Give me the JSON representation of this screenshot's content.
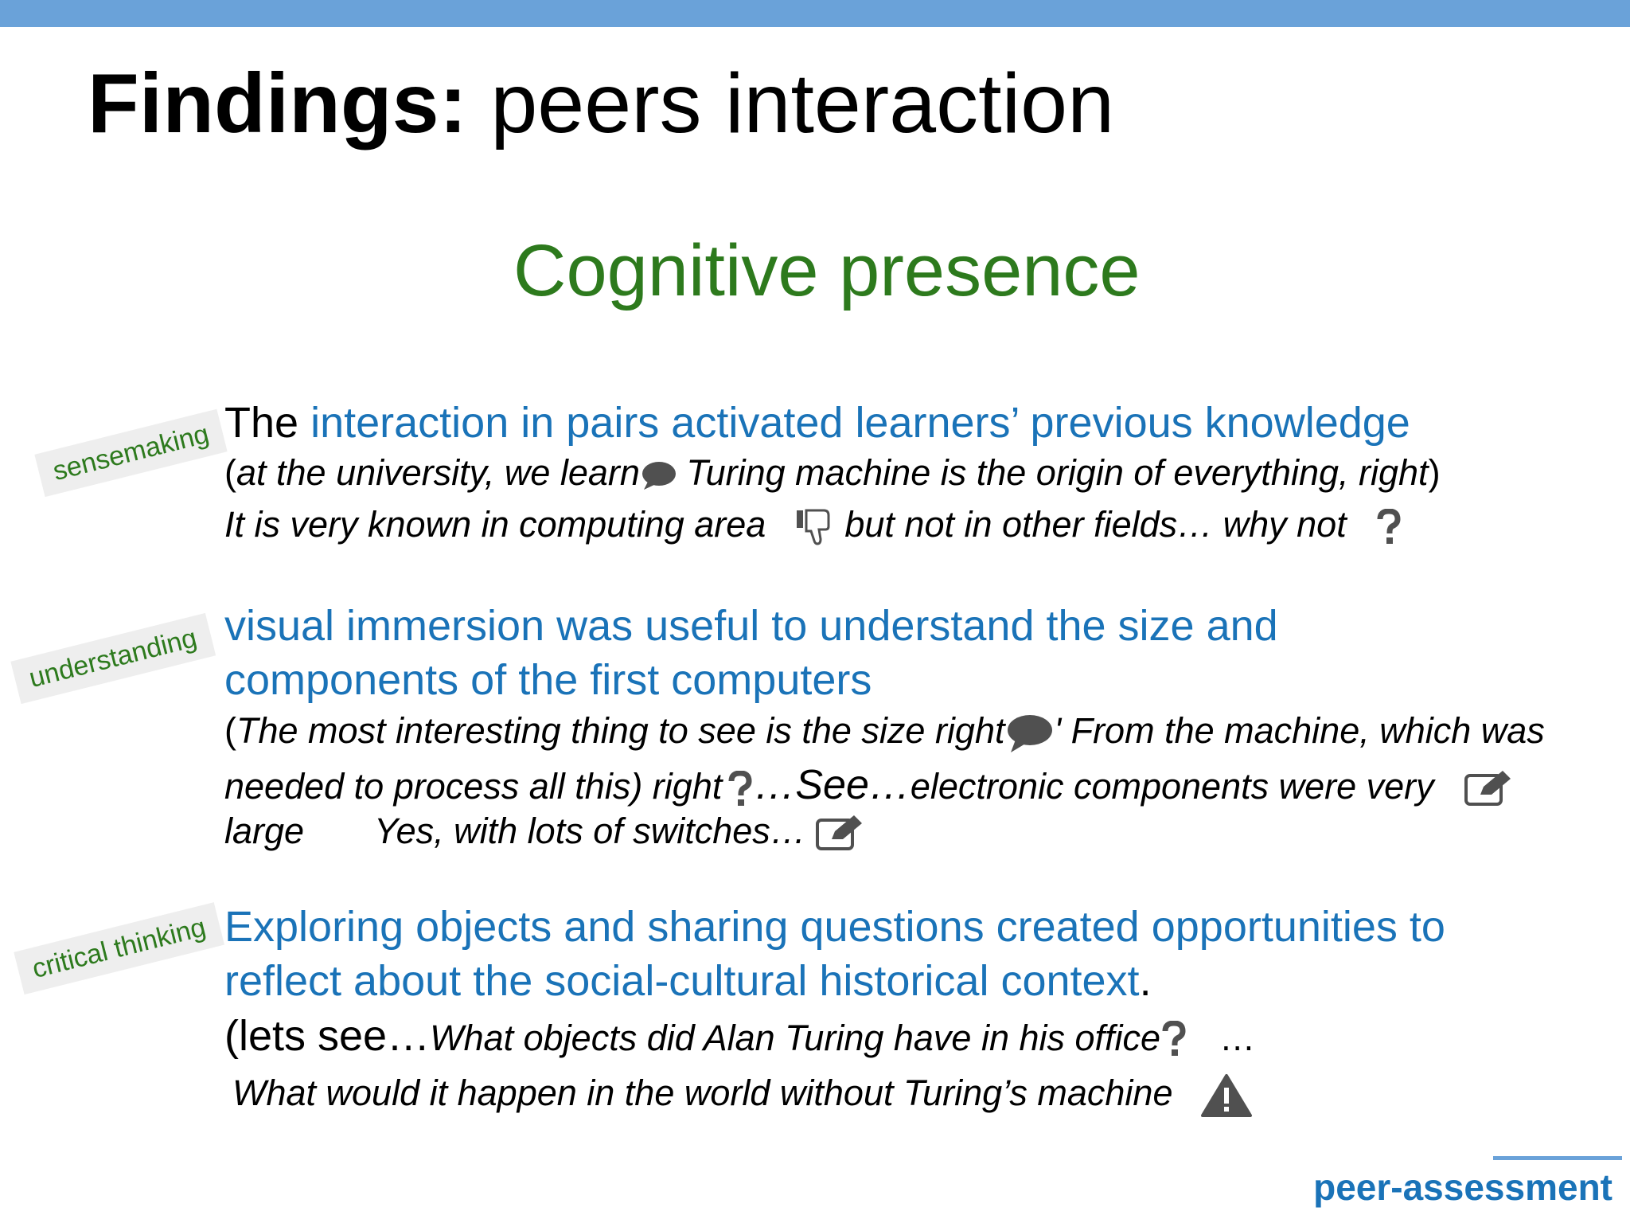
{
  "colors": {
    "bar": "#6aa2d9",
    "green": "#2d7a1d",
    "blue": "#1a73b8",
    "text": "#000000",
    "icon": "#505050"
  },
  "title": {
    "bold": "Findings:",
    "rest": "peers interaction"
  },
  "subtitle": "Cognitive presence",
  "tags": {
    "sensemaking": "sensemaking",
    "understanding": "understanding",
    "critical": "critical thinking"
  },
  "s1": {
    "lead": "The",
    "blue": "interaction in pairs activated learners’ previous knowledge",
    "q_open": "(",
    "q_text_a": "at the university, we learn",
    "q_text_b": " Turing machine is the origin of everything, right",
    "q_close": ")",
    "q2_a": "It is very known in computing area",
    "q2_b": "but not in other fields… why not"
  },
  "s2": {
    "blue_1": "visual immersion was useful to understand the size and",
    "blue_2": "components of the first computers",
    "q_open": "(",
    "q1_a": "The most interesting thing to see is the size right",
    "q1_b": "' From the machine, which was",
    "q2_a": "needed to process all this) right",
    "q2_dots1": "…See…",
    "q2_b": "electronic components were very",
    "q3_a": "large",
    "q3_b": "Yes, with lots of switches…"
  },
  "s3": {
    "blue_1": "Exploring objects and sharing questions created opportunities to",
    "blue_2": "reflect about the social-cultural historical context",
    "period": ".",
    "q1_lead": "(lets see…",
    "q1_it": "What objects did Alan Turing have in his office",
    "q1_dots": "…",
    "q2": "What would it happen in the world without Turing’s machine"
  },
  "footer": "peer-assessment",
  "icons": [
    "speech-bubble-icon",
    "thumbs-down-icon",
    "question-mark-icon",
    "edit-icon",
    "warning-icon"
  ]
}
